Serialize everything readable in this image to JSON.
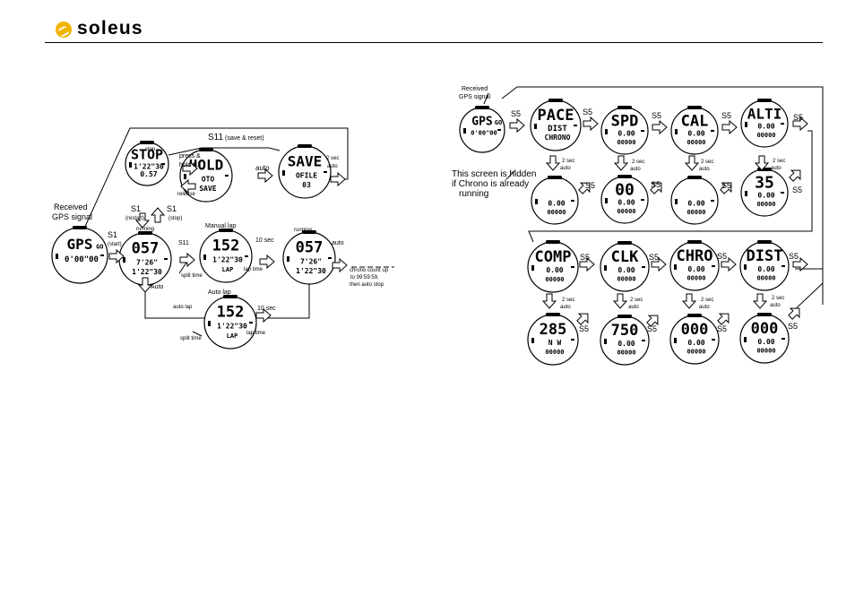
{
  "brand": {
    "name": "soleus",
    "accent_color": "#f2b300",
    "logo_icon": "soleus-swirl-icon"
  },
  "left_diagram": {
    "received_label": "Received",
    "received_label2": "GPS signal",
    "s1_start": "S1",
    "s1_start_sub": "(start)",
    "s1_restart": "S1",
    "s1_restart_sub": "(restart)",
    "s1_stop": "S1",
    "s1_stop_sub": "(stop)",
    "stop_label": "stop",
    "press_hold_1": "press &",
    "press_hold_2": "hold S1",
    "release_label": "release",
    "auto_label": "auto",
    "s11_label": "S11",
    "s11_sub": "(save & reset)",
    "two_sec_1": "2 sec",
    "two_sec_2": "auto",
    "running_label_1": "running",
    "running_label_2": "running",
    "s11_manual": "S11",
    "manual_lap_label": "Manual lap",
    "ten_sec_1": "10 sec",
    "ten_sec_2": "10 sec",
    "auto_right_label": "auto",
    "split_time_1": "split time",
    "split_time_2": "split time",
    "lap_time_1": "lap time",
    "lap_time_2": "lap time",
    "auto_branch_label": "Auto",
    "auto_lap_title": "Auto lap",
    "auto_lap_arrow_label": "auto lap",
    "chrono_note_1": "chrono count up",
    "chrono_note_2": "to 99:59:59,",
    "chrono_note_3": "then auto stop",
    "screens": {
      "gps": {
        "line1": "GPS",
        "side": "GO",
        "line2": "0'00\"00",
        "line3": ""
      },
      "stop": {
        "line1": "STOP",
        "line2": "1'22\"30",
        "line3": "0.57"
      },
      "hold": {
        "line1": "HOLD",
        "line2": "OTO",
        "line3": "SAVE"
      },
      "save": {
        "line1": "SAVE",
        "line2": "OFILE",
        "line3": "03"
      },
      "running1": {
        "line1": "057",
        "line2": "7'26\"",
        "line3": "1'22\"30"
      },
      "manual_lap": {
        "line1": "152",
        "line2": "1'22\"30",
        "line3": "LAP"
      },
      "running2": {
        "line1": "057",
        "line2": "7'26\"",
        "line3": "1'22\"30"
      },
      "auto_lap": {
        "line1": "152",
        "line2": "1'22\"30",
        "line3": "LAP"
      }
    }
  },
  "right_diagram": {
    "received_label": "Received",
    "received_label2": "GPS signal",
    "hidden_note_1": "This screen is hidden",
    "hidden_note_2": "if Chrono is already",
    "hidden_note_3": "running",
    "s5": "S5",
    "two_sec": "2 sec",
    "auto": "auto",
    "screens": {
      "gps": {
        "line1": "GPS",
        "side": "GO",
        "line2": "0'00\"00"
      },
      "pace": {
        "line1": "PACE",
        "line2": "DIST",
        "line3": "CHRONO"
      },
      "spd": {
        "line1": "SPD",
        "line2": "0.00",
        "line3": "00000"
      },
      "cal": {
        "line1": "CAL",
        "line2": "0.00",
        "line3": "00000"
      },
      "alti": {
        "line1": "ALTI",
        "line2": "0.00",
        "line3": "00000"
      },
      "pace_val": {
        "line1": "",
        "line2": "0.00",
        "line3": "00000"
      },
      "spd_val": {
        "line1": "00",
        "line2": "0.00",
        "line3": "00000"
      },
      "cal_val": {
        "line1": "",
        "line2": "0.00",
        "line3": "00000"
      },
      "alti_val": {
        "line1": "35",
        "line2": "0.00",
        "line3": "00000"
      },
      "comp": {
        "line1": "COMP",
        "line2": "0.00",
        "line3": "00000"
      },
      "clk": {
        "line1": "CLK",
        "line2": "0.00",
        "line3": "00000"
      },
      "chro": {
        "line1": "CHRO",
        "line2": "0.00",
        "line3": "00000"
      },
      "dist": {
        "line1": "DIST",
        "line2": "0.00",
        "line3": "00000"
      },
      "comp_val": {
        "line1": "285",
        "line2": "N W",
        "line3": "00000"
      },
      "clk_val": {
        "line1": "750",
        "line2": "0.00",
        "line3": "00000"
      },
      "chro_val": {
        "line1": "000",
        "line2": "0.00",
        "line3": "00000"
      },
      "dist_val": {
        "line1": "000",
        "line2": "0.00",
        "line3": "00000"
      }
    }
  }
}
